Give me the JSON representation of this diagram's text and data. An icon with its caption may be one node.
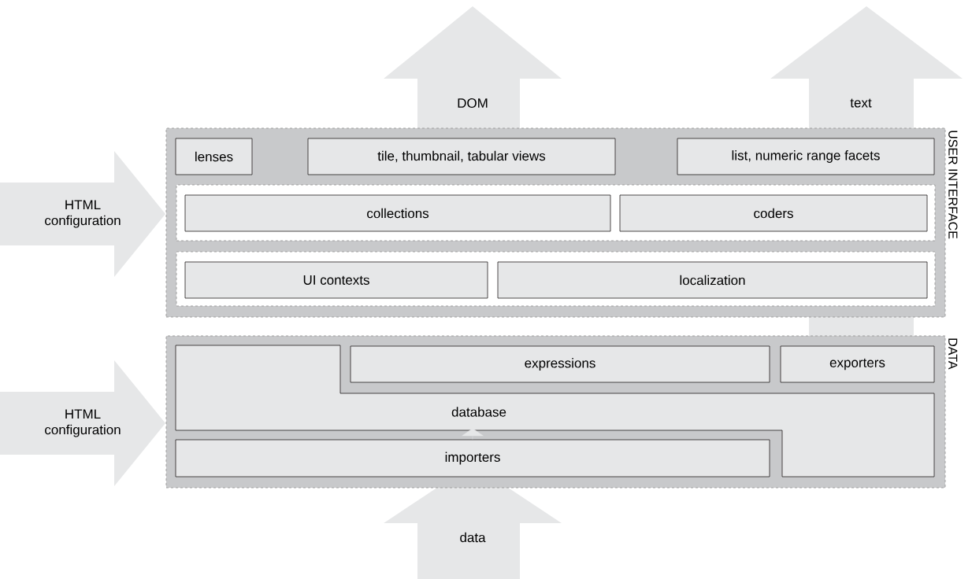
{
  "diagram": {
    "nodes": [
      {
        "text": [
          "DOM"
        ]
      },
      {
        "text": [
          "text"
        ]
      },
      {
        "text": [
          "HTML configuration"
        ]
      },
      {
        "text": [
          "USER INTERFACE"
        ]
      },
      {
        "text": [
          "lenses"
        ],
        "in": 3
      },
      {
        "text": [
          "tile, thumbnail, tabular views"
        ],
        "in": 3
      },
      {
        "text": [
          "list, numeric range facets"
        ],
        "in": 3
      },
      {
        "text": [],
        "shape": "box",
        "in": 3
      },
      {
        "text": [
          "collections"
        ],
        "in": 7
      },
      {
        "text": [
          "coders"
        ],
        "in": 7
      },
      {
        "text": [],
        "shape": "box",
        "in": 3
      },
      {
        "text": [
          "UI contexts"
        ],
        "in": 10
      },
      {
        "text": [
          "localization"
        ],
        "in": 10
      },
      {
        "text": [
          "HTML configuration"
        ]
      },
      {
        "text": [
          "DATA"
        ]
      },
      {
        "text": [
          "expressions"
        ],
        "in": 14
      },
      {
        "text": [
          "exporters"
        ],
        "in": 14
      },
      {
        "text": [
          "database"
        ],
        "in": 14
      },
      {
        "text": [
          "importers"
        ],
        "in": 14
      },
      {
        "text": [
          "data"
        ]
      }
    ],
    "edges": [
      {
        "from": 18,
        "to": 17,
        "arrow": "to"
      }
    ]
  }
}
